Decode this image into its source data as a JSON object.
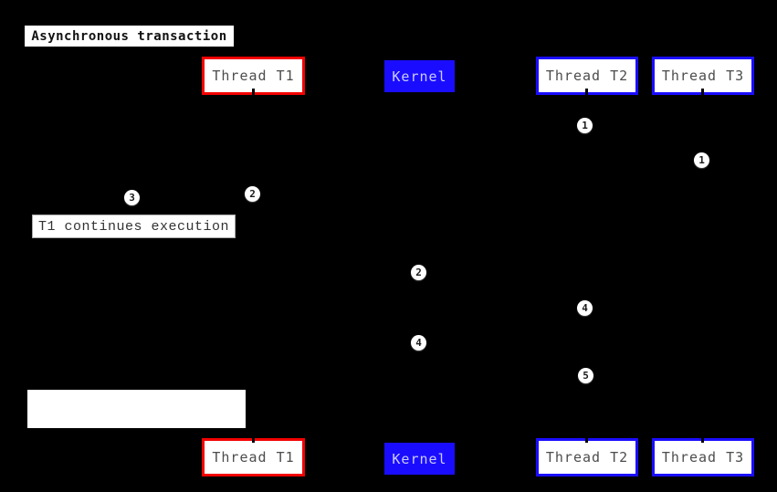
{
  "title": {
    "label": "Asynchronous transaction"
  },
  "actors": {
    "t1": {
      "label": "Thread T1"
    },
    "kernel": {
      "label": "Kernel"
    },
    "t2": {
      "label": "Thread T2"
    },
    "t3": {
      "label": "Thread T3"
    }
  },
  "notes": {
    "t1_continues": {
      "label": "T1 continues execution"
    },
    "empty": {
      "label": ""
    }
  },
  "markers": [
    {
      "label": "1"
    },
    {
      "label": "1"
    },
    {
      "label": "2"
    },
    {
      "label": "3"
    },
    {
      "label": "2"
    },
    {
      "label": "4"
    },
    {
      "label": "4"
    },
    {
      "label": "5"
    }
  ],
  "colors": {
    "background": "#000000",
    "t1_border_red": "#f40000",
    "kernel_blue": "#1a0dff",
    "actor_text": "#4d4d4d",
    "kernel_text": "#ccccff",
    "note_text": "#333333"
  }
}
